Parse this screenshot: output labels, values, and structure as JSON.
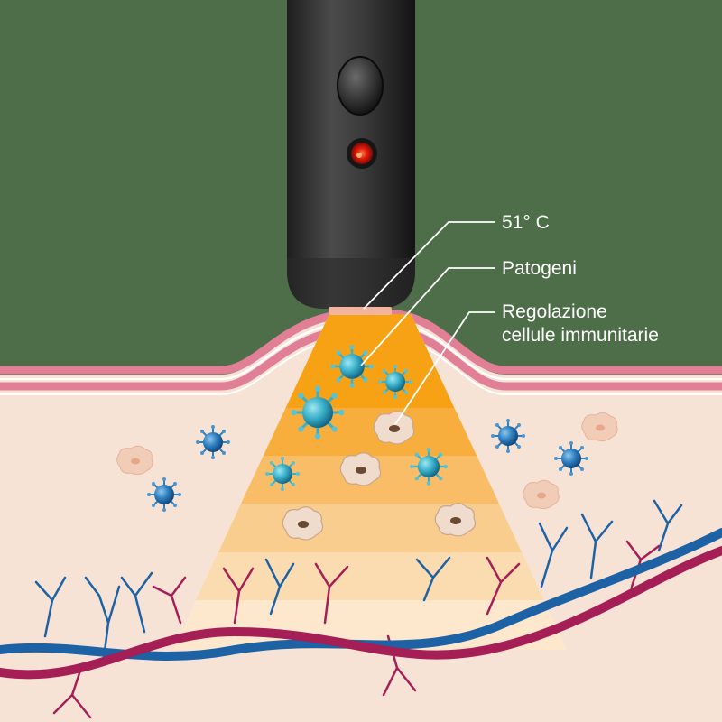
{
  "labels": {
    "temperature": "51° C",
    "pathogens": "Patogeni",
    "regulation_line1": "Regolazione",
    "regulation_line2": "cellule immunitarie"
  },
  "colors": {
    "background": "#4e6d49",
    "skin_tissue": "#f7e3d6",
    "skin_layer": "#e07f96",
    "device_body": "#3a3a3a",
    "heat_beam": "#f7a91c",
    "pathogen": "#2c95bd",
    "artery": "#a61e56",
    "vein": "#1c62a5",
    "led": "#e3190b"
  },
  "icons": [
    "heat-device",
    "pathogen-icon",
    "immune-cell-icon",
    "blood-vessel"
  ]
}
